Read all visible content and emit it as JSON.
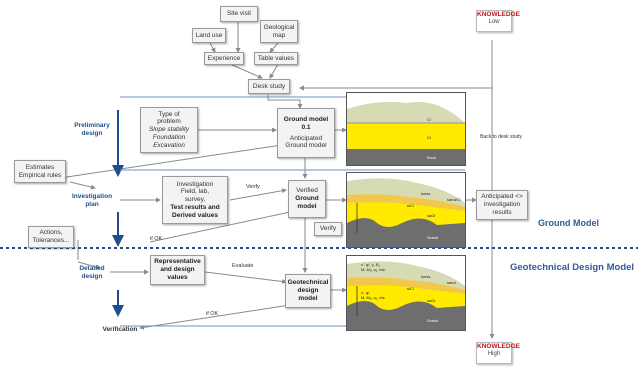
{
  "top": {
    "site_visit": "Site visit",
    "land_use": "Land use",
    "geological_map_1": "Geological",
    "geological_map_2": "map",
    "experience": "Experience",
    "table_values": "Table values",
    "desk_study": "Desk study"
  },
  "knowledge_low": {
    "title": "KNOWLEDGE",
    "level": "Low"
  },
  "knowledge_high": {
    "title": "KNOWLEDGE",
    "level": "High"
  },
  "phases": {
    "preliminary_1": "Preliminary",
    "preliminary_2": "design",
    "investigation_1": "Investigation",
    "investigation_2": "plan",
    "detailed_1": "Detailed",
    "detailed_2": "design",
    "verification": "Verification"
  },
  "problem": {
    "line1": "Type of",
    "line2": "problem",
    "line3": "Slope stability",
    "line4": "Foundation",
    "line5": "Excavation"
  },
  "ground_model_01": {
    "title1": "Ground model",
    "title2": "0.1",
    "sub1": "Anticipated",
    "sub2": "Ground model"
  },
  "estimates": {
    "line1": "Estimates",
    "line2": "Empirical rules"
  },
  "investigation": {
    "line1": "Investigation",
    "line2": "Field, lab,",
    "line3": "survey,",
    "line4": "Test results and",
    "line5": "Derived values"
  },
  "verified_model": {
    "line1": "Verified",
    "line2": "Ground",
    "line3": "model"
  },
  "verify_label": "Verify",
  "verify_box": "Verify",
  "anticipated_results": {
    "line1": "Anticipated <>",
    "line2": "investigation",
    "line3": "results"
  },
  "back_to_desk": "Back to desk study",
  "ground_model_heading": "Ground Model",
  "geotech_heading": "Geotechnical Design Model",
  "actions": {
    "line1": "Actions,",
    "line2": "Tolerances..."
  },
  "if_ok_1": "if OK",
  "if_ok_2": "if OK",
  "representative": {
    "line1": "Representative",
    "line2": "and design",
    "line3": "values"
  },
  "evaluate_label": "Evaluate",
  "geotech_model": {
    "line1": "Geotechnical",
    "line2": "design",
    "line3": "model"
  },
  "panel1_layers": {
    "a": "Cl",
    "b": "Cl",
    "c": "Rock"
  },
  "panel2_layers": {
    "a": "loess",
    "b": "sand/Cl",
    "c": "siCl",
    "d": "saGr",
    "e": "Granit"
  },
  "panel3_layers": {
    "a": "loess",
    "b": "sand",
    "c": "siCl",
    "d": "saGr",
    "e": "Granit",
    "params1": "c', φ', γ, Eᵤ",
    "params2": "M, Mᵤ, cᵤ, etc.",
    "params3": "c', φ'",
    "params4": "M, Mᵤ, cᵤ, etc"
  },
  "colors": {
    "accent": "#1f4e8c",
    "heading": "#2f5c9a",
    "knowledge": "#c0171d",
    "yellow": "#ffea00",
    "olive": "#d6dbb3",
    "rock": "#7d7d7d"
  }
}
